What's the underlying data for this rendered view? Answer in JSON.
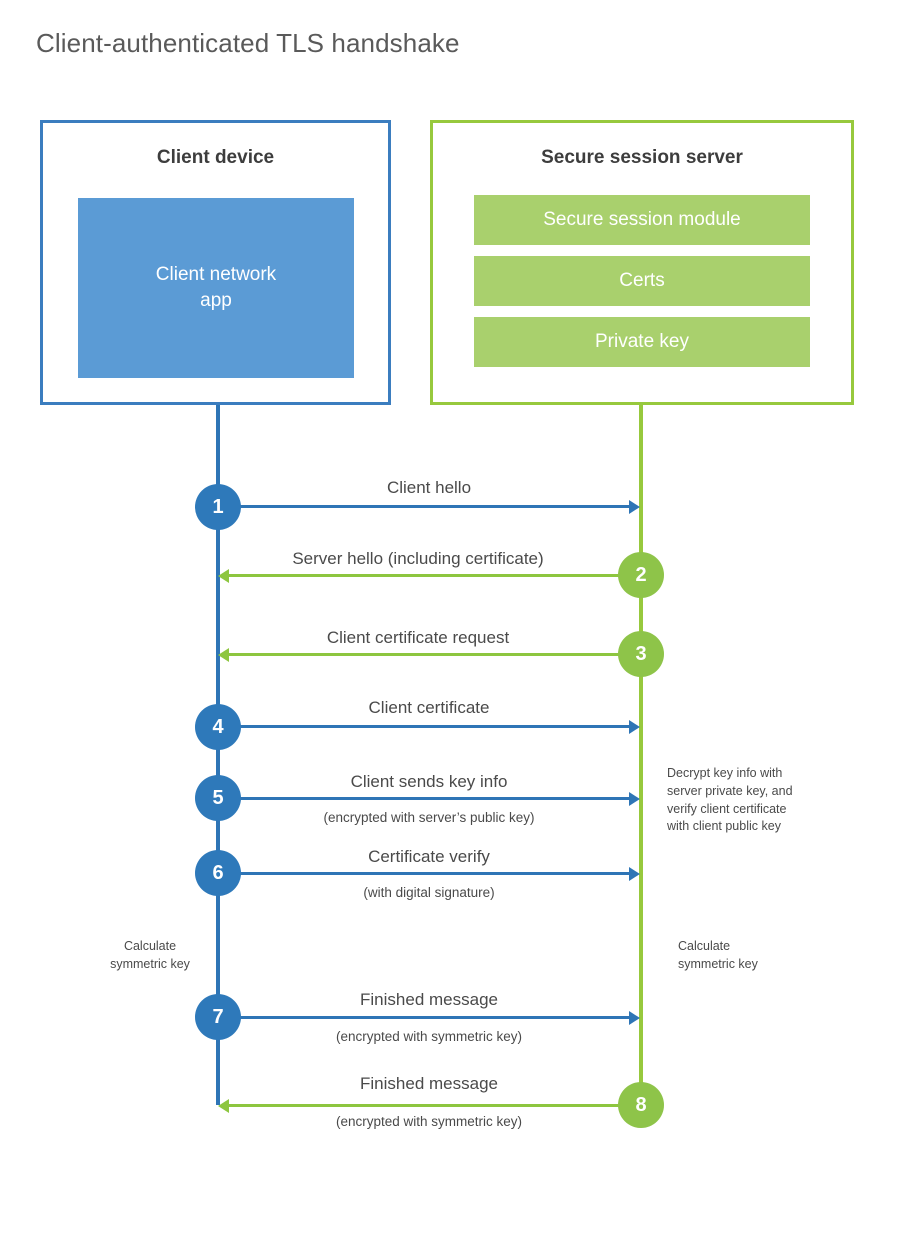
{
  "title": "Client-authenticated TLS handshake",
  "colors": {
    "client_border": "#3b7dbf",
    "client_fill": "#5b9bd5",
    "client_line": "#2e75b6",
    "client_circle": "#2e79ba",
    "server_border": "#97c93d",
    "server_fill": "#a9d06d",
    "server_line": "#8dc63f",
    "server_circle": "#8ec449",
    "text": "#4a4a4a",
    "title_text": "#5a5a5a",
    "background": "#ffffff"
  },
  "panels": {
    "client": {
      "title": "Client device",
      "app_box_label": "Client network\napp"
    },
    "server": {
      "title": "Secure session server",
      "items": [
        {
          "label": "Secure session module"
        },
        {
          "label": "Certs"
        },
        {
          "label": "Private key"
        }
      ]
    }
  },
  "steps": [
    {
      "number": "1",
      "label": "Client hello",
      "sublabel": "",
      "direction": "client-to-server",
      "color": "blue"
    },
    {
      "number": "2",
      "label": "Server hello (including certificate)",
      "sublabel": "",
      "direction": "server-to-client",
      "color": "green"
    },
    {
      "number": "3",
      "label": "Client certificate request",
      "sublabel": "",
      "direction": "server-to-client",
      "color": "green"
    },
    {
      "number": "4",
      "label": "Client certificate",
      "sublabel": "",
      "direction": "client-to-server",
      "color": "blue"
    },
    {
      "number": "5",
      "label": "Client sends key info",
      "sublabel": "(encrypted with server’s public key)",
      "direction": "client-to-server",
      "color": "blue"
    },
    {
      "number": "6",
      "label": "Certificate verify",
      "sublabel": "(with digital signature)",
      "direction": "client-to-server",
      "color": "blue"
    },
    {
      "number": "7",
      "label": "Finished message",
      "sublabel": "(encrypted with symmetric key)",
      "direction": "client-to-server",
      "color": "blue"
    },
    {
      "number": "8",
      "label": "Finished message",
      "sublabel": "(encrypted with symmetric key)",
      "direction": "server-to-client",
      "color": "green"
    }
  ],
  "notes": {
    "server_decrypt": "Decrypt key info with\nserver private key, and\nverify client certificate\nwith client public key",
    "client_calculate": "Calculate\nsymmetric key",
    "server_calculate": "Calculate\nsymmetric key"
  }
}
